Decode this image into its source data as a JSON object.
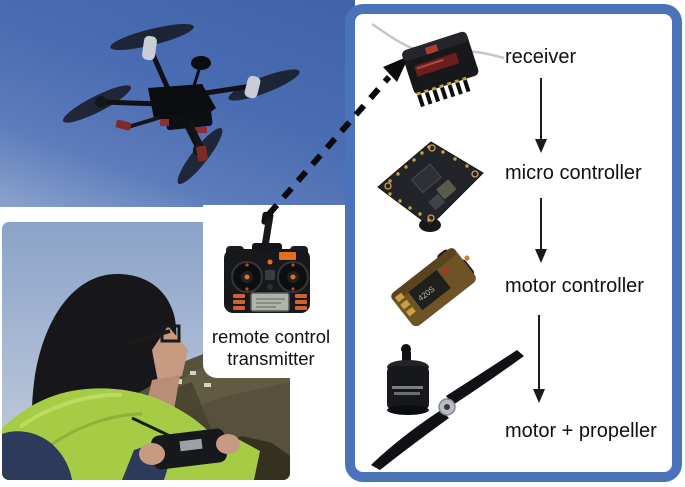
{
  "figure": {
    "type": "drone-remote-control-system-diagram",
    "left_column": {
      "drone_photo": {
        "name": "quadcopter-flying-in-sky-photo"
      },
      "pilot_photo": {
        "name": "pilot-operating-remote-control-photo"
      },
      "transmitter": {
        "image_name": "remote-control-transmitter-image",
        "caption_lines": [
          "remote control",
          "transmitter"
        ]
      }
    },
    "flow_panel": {
      "steps": [
        {
          "label": "receiver",
          "image_name": "rc-receiver-image"
        },
        {
          "label": "micro controller",
          "image_name": "microcontroller-board-image"
        },
        {
          "label": "motor controller",
          "image_name": "esc-motor-controller-image"
        },
        {
          "label": "motor + propeller",
          "image_name": "motor-and-propeller-image"
        }
      ],
      "esc_label_text": "420S"
    },
    "connections": {
      "wireless_link": "dashed arrow from transmitter antenna to receiver",
      "flow_arrows": 3
    },
    "colors": {
      "sky_blue": "#4a6cb2",
      "panel_border_blue": "#4a73b9",
      "accent_orange": "#e07020",
      "jacket_green": "#a6cc45",
      "jacket_navy": "#2c3a5c",
      "text": "#111111"
    }
  }
}
